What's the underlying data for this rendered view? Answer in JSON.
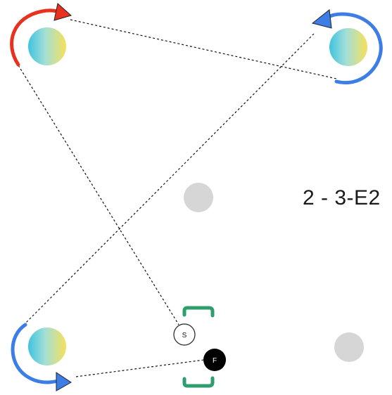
{
  "diagram": {
    "label": "2 - 3-E2",
    "start_marker": "S",
    "finish_marker": "F"
  },
  "nodes": [
    {
      "id": "top-left",
      "kind": "rotor",
      "rotation": "clockwise",
      "arrow_color": "#e8321f"
    },
    {
      "id": "top-right",
      "kind": "rotor",
      "rotation": "counterclockwise",
      "arrow_color": "#3d7ee6"
    },
    {
      "id": "bottom-left",
      "kind": "rotor",
      "rotation": "counterclockwise",
      "arrow_color": "#3d7ee6"
    },
    {
      "id": "center",
      "kind": "inactive-point"
    },
    {
      "id": "bottom-right",
      "kind": "inactive-point"
    }
  ],
  "colors": {
    "rotor_gradient": [
      "#f6e05a",
      "#3fc3e0"
    ],
    "inactive_point": "#d6d6d6",
    "gate_bracket": "#2e9e6e",
    "path_line": "#111111"
  },
  "icons": {
    "rotation_arrow": "curved-arrow-icon",
    "gate": "bracket-gate-icon"
  }
}
